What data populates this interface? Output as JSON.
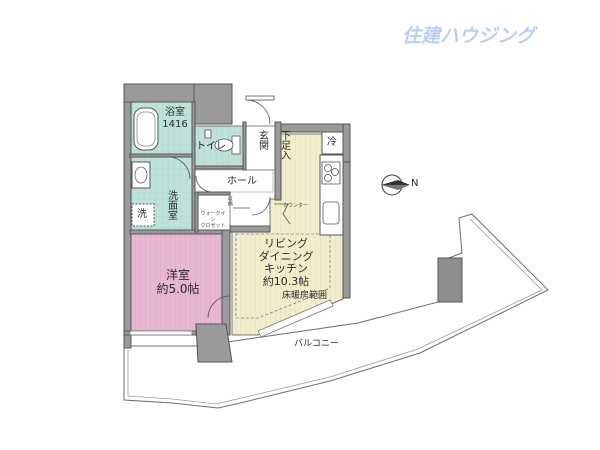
{
  "brand": {
    "name": "住建ハウジング",
    "color": "#b9cff0"
  },
  "rooms": {
    "bath": {
      "name": "浴室",
      "size": "1416"
    },
    "toilet": "トイレ",
    "entrance": "玄関",
    "shoe_storage": "下足入",
    "fridge": "冷",
    "hall": "ホール",
    "washroom": "洗面室",
    "washer": "洗",
    "walkin_closet": "ウォークイン\nクロゼット",
    "storage": "収納",
    "counter": "カウンター",
    "western_room": {
      "name": "洋室",
      "size": "約5.0帖"
    },
    "ldk": {
      "name": "リビング\nダイニング\nキッチン",
      "size": "約10.3帖"
    },
    "floor_heating": "床暖房範囲",
    "balcony": "バルコニー"
  },
  "compass": {
    "label": "N",
    "icon": "north-arrow-icon"
  },
  "colors": {
    "wall": "#9a9a9a",
    "ldk_floor": "#f2eecd",
    "western_floor": "#e8b8d2",
    "wet_area": "#b8dcd5",
    "outline": "#555555"
  }
}
